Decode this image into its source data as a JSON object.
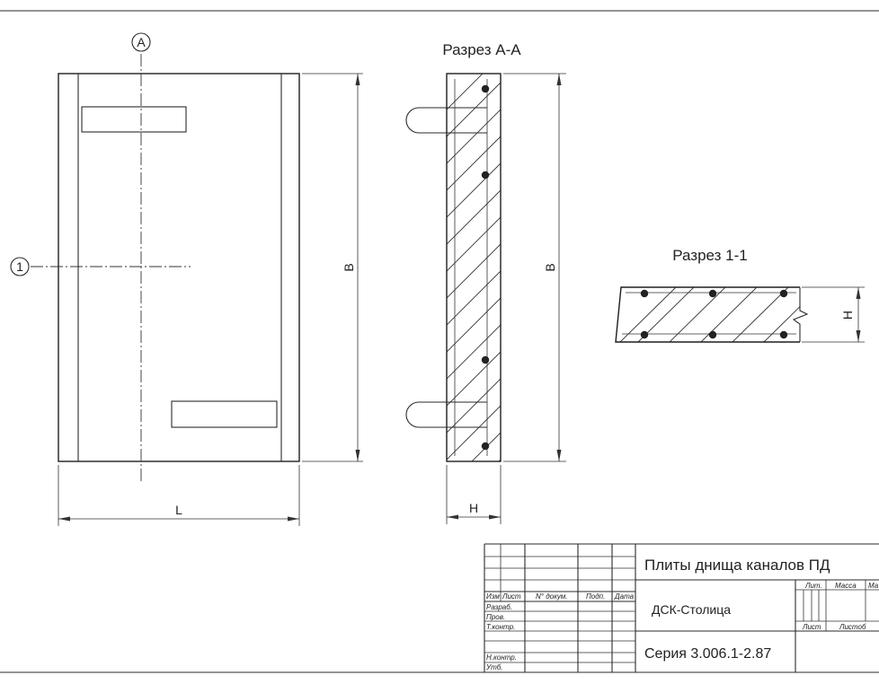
{
  "views": {
    "section_aa_title": "Разрез А-А",
    "section_11_title": "Разрез 1-1",
    "axis_a_label": "А",
    "axis_1_label": "1"
  },
  "dimensions": {
    "width_l": "L",
    "height_b_front": "В",
    "height_b_section": "В",
    "thickness_h_section": "Н",
    "thickness_h_cut": "Н"
  },
  "title_block": {
    "col_izm": "Изм",
    "col_list": "Лист",
    "col_ndoc": "N° докум.",
    "col_podp": "Подп.",
    "col_data": "Дата",
    "row_razrab": "Разраб.",
    "row_prov": "Пров.",
    "row_tkontr": "Т.контр.",
    "row_nkontr": "Н.контр.",
    "row_utv": "Утб.",
    "doc_title": "Плиты днища каналов ПД",
    "organization": "ДСК-Столица",
    "series": "Серия 3.006.1-2.87",
    "lit_label": "Лит.",
    "mass_label": "Масса",
    "scale_label": "Ма",
    "sheet_label": "Лист",
    "sheets_label": "Листоб"
  }
}
